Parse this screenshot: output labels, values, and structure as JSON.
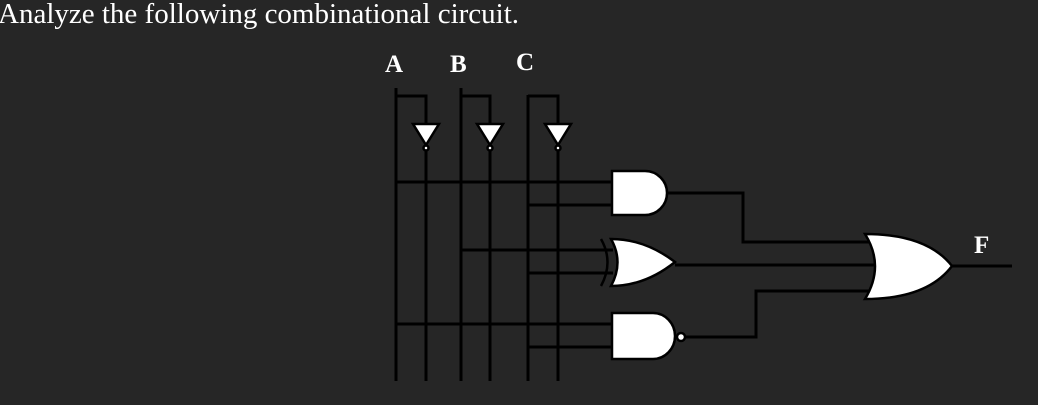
{
  "prompt": "Analyze the following combinational circuit.",
  "inputs": [
    "A",
    "B",
    "C"
  ],
  "output": "F",
  "gates": [
    {
      "type": "NOT",
      "input": "A"
    },
    {
      "type": "NOT",
      "input": "B"
    },
    {
      "type": "NOT",
      "input": "C"
    },
    {
      "type": "AND",
      "inputs": [
        "A",
        "C"
      ]
    },
    {
      "type": "XNOR",
      "inputs": [
        "B",
        "C"
      ]
    },
    {
      "type": "NAND",
      "inputs": [
        "A",
        "C"
      ]
    },
    {
      "type": "OR",
      "inputs": [
        "AND",
        "XNOR",
        "NAND"
      ],
      "output": "F"
    }
  ]
}
